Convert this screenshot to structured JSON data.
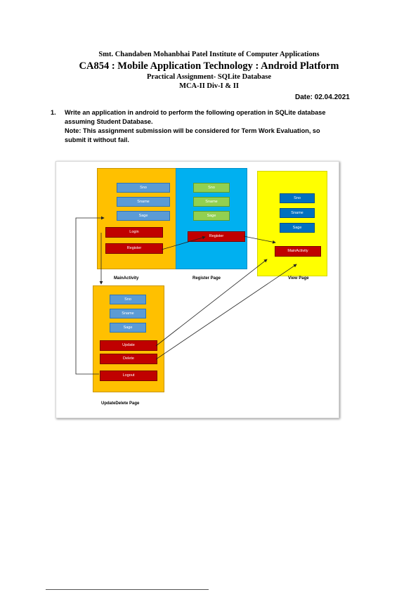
{
  "header": {
    "institute": "Smt. Chandaben Mohanbhai Patel Institute of Computer Applications",
    "course": "CA854 : Mobile Application Technology : Android Platform",
    "assignment": "Practical Assignment- SQLite Database",
    "division": "MCA-II Div-I & II",
    "date": "Date: 02.04.2021"
  },
  "question": {
    "number": "1.",
    "line1": "Write an application in android to perform the following operation in SQLite database",
    "line2": "assuming Student Database.",
    "note1": "Note:  This assignment submission will be considered for Term Work Evaluation, so",
    "note2": "submit it without fail."
  },
  "diagram": {
    "main": {
      "caption": "MainActivity",
      "fields": [
        "Sno",
        "Sname",
        "Sage"
      ],
      "buttons": [
        "Login",
        "Register"
      ]
    },
    "register": {
      "caption": "Register Page",
      "fields": [
        "Sno",
        "Sname",
        "Sage"
      ],
      "buttons": [
        "Register"
      ]
    },
    "view": {
      "caption": "View Page",
      "fields": [
        "Sno",
        "Sname",
        "Sage"
      ],
      "buttons": [
        "MainActivity"
      ]
    },
    "update_delete": {
      "caption": "UpdateDelete Page",
      "fields": [
        "Sno",
        "Sname",
        "Sage"
      ],
      "buttons": [
        "Update",
        "Delete",
        "Logout"
      ]
    },
    "colors": {
      "orange": "#ffc000",
      "cyan": "#00b0f0",
      "yellow": "#ffff00",
      "button_red": "#c00000"
    }
  }
}
